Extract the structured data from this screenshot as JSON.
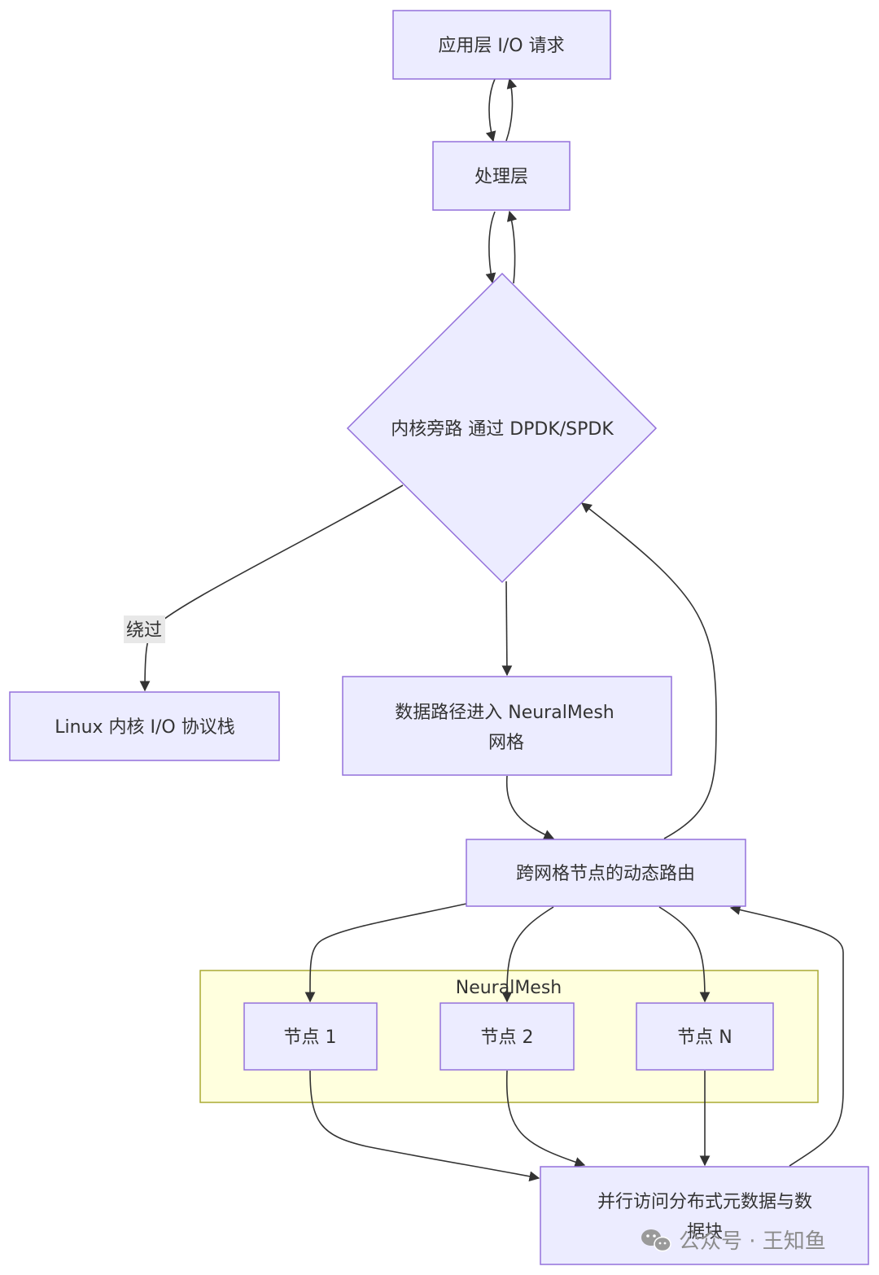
{
  "nodes": {
    "app_io": "应用层 I/O 请求",
    "processing": "处理层",
    "bypass": "内核旁路 通过 DPDK/SPDK",
    "linux_stack": "Linux 内核 I/O 协议栈",
    "datapath_line1": "数据路径进入 NeuralMesh",
    "datapath_line2": "网格",
    "routing": "跨网格节点的动态路由",
    "node1": "节点 1",
    "node2": "节点 2",
    "nodeN": "节点 N",
    "parallel_line1": "并行访问分布式元数据与数",
    "parallel_line2": "据块"
  },
  "cluster": {
    "label": "NeuralMesh"
  },
  "edge_labels": {
    "bypass_to_linux": "绕过"
  },
  "watermark": {
    "text": "公众号 · 王知鱼"
  },
  "colors": {
    "node_fill": "#ececff",
    "node_stroke": "#9370db",
    "cluster_fill": "#ffffde",
    "cluster_stroke": "#aaaa33",
    "edge": "#333333"
  }
}
